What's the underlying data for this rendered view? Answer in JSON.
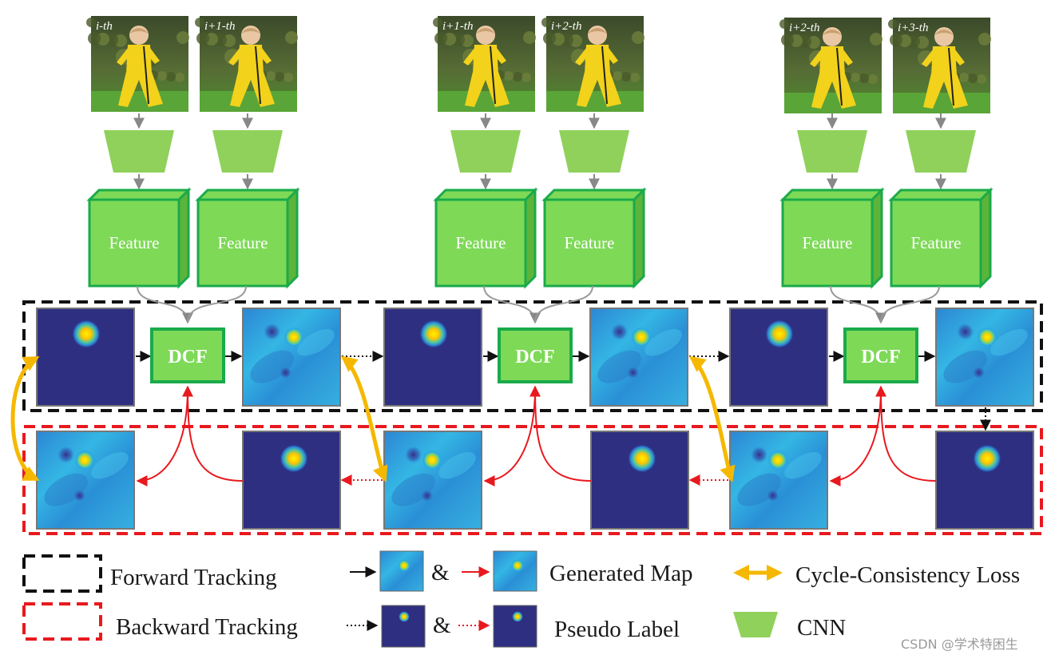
{
  "frames": [
    {
      "label": "i-th"
    },
    {
      "label": "i+1-th"
    },
    {
      "label": "i+1-th"
    },
    {
      "label": "i+2-th"
    },
    {
      "label": "i+2-th"
    },
    {
      "label": "i+3-th"
    }
  ],
  "feature_label": "Feature",
  "dcf_label": "DCF",
  "legend": {
    "forward": "Forward Tracking",
    "backward": "Backward Tracking",
    "amp": "&",
    "generated_map": "Generated Map",
    "pseudo_label": "Pseudo Label",
    "cycle_loss": "Cycle-Consistency Loss",
    "cnn": "CNN"
  },
  "colors": {
    "feature_green": "#7ed957",
    "feature_border": "#1aaa4a",
    "cnn_green": "#8fd15a",
    "forward_box": "#111111",
    "backward_box": "#e8191e",
    "cycle_arrow": "#f5b800",
    "label_bg": "#2e2f80",
    "map_bg": "#2a8fd6"
  },
  "watermark": "CSDN @学术特困生"
}
